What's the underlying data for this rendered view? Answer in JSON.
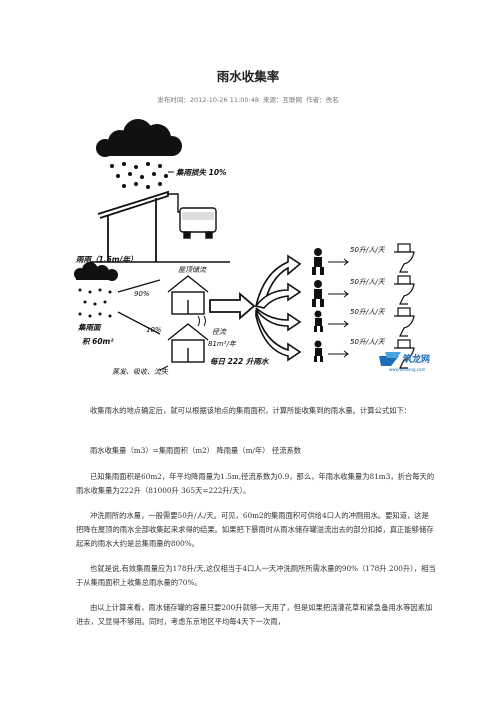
{
  "article": {
    "title": "雨水收集率",
    "meta": {
      "published": "发布时间：2012-10-26 11:00:48",
      "source": "来源：互联网",
      "author": "作者：佚名"
    }
  },
  "illustration": {
    "top_label": "集雨损失 10%",
    "rain_label": "雨雨（1.5m/年）",
    "percent_90": "90%",
    "percent_10": "10%",
    "catch_area_label": "集雨面",
    "catch_area_value": "积 60m²",
    "storage_label": "屋顶储流",
    "runoff_label": "径流",
    "runoff_value": "81m³/年",
    "daily_label": "每日 222 升雨水",
    "loss_label": "蒸发、吸收、流失",
    "per_person": [
      "50升/人/天",
      "50升/人/天",
      "50升/人/天",
      "50升/人/天"
    ],
    "watermark_name": "筑龙网",
    "watermark_url": "www.zhulong.com"
  },
  "paragraphs": [
    "收集雨水的地点确定后，就可以根据该地点的集雨面积，计算所能收集到的雨水量。计算公式如下：",
    "雨水收集量（m3）=集雨面积（m2） 降雨量（m/年） 径流系数",
    "已知集雨面积是60m2，年平均降雨量为1.5m,径流系数为0.9，那么，年雨水收集量为81m3，折合每天的雨水收集量为222升（81000升 365天=222升/天）。",
    "冲洗厕所的水量，一般需要50升/人/天。可见，60m2的集雨面积可供给4口人的冲厕用水。要知道，这是把降在屋顶的雨水全部收集起来求得的结果。如果把下暴雨时从雨水储存罐溢流出去的部分扣掉，真正能够储存起来的雨水大约是总集雨量的800%。",
    "也就是说,有效集雨量应为178升/天,这仅相当于4口人一天冲洗厕所所需水量的90%（178升 200升），相当于从集雨面积上收集总雨水量的70%。",
    "由以上计算来看，雨水储存罐的容量只要200升就够一天用了，但是如果把浇灌花草和紧急备用水等因素加进去，又显得不够用。同时，考虑东京地区平均每4天下一次雨，"
  ]
}
